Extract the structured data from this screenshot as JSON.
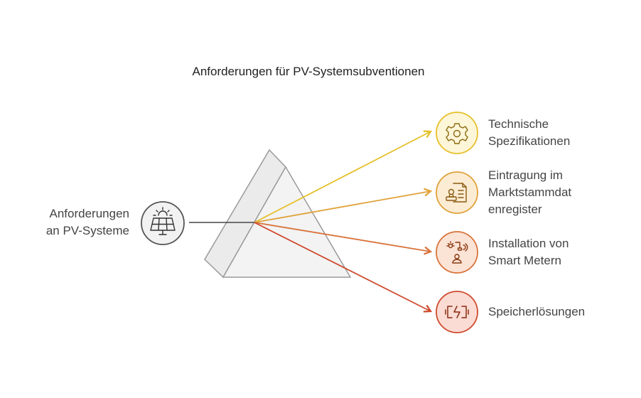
{
  "title": "Anforderungen für PV-Systemsubventionen",
  "source": {
    "line1": "Anforderungen",
    "line2": "an PV-Systeme",
    "icon": "solar-panel-icon"
  },
  "outputs": [
    {
      "line1": "Technische",
      "line2": "Spezifikationen",
      "line3": "",
      "color": "#e6c02a",
      "fill": "#fdf6d8",
      "icon": "gear-icon"
    },
    {
      "line1": "Eintragung im",
      "line2": "Marktstammdat",
      "line3": "enregister",
      "color": "#e0a23a",
      "fill": "#fcecd4",
      "icon": "document-stamp-icon"
    },
    {
      "line1": "Installation von",
      "line2": "Smart Metern",
      "line3": "",
      "color": "#d9733a",
      "fill": "#fbe3d6",
      "icon": "smart-meter-icon"
    },
    {
      "line1": "Speicherlösungen",
      "line2": "",
      "line3": "",
      "color": "#cf4a2e",
      "fill": "#fadcd4",
      "icon": "battery-icon"
    }
  ]
}
